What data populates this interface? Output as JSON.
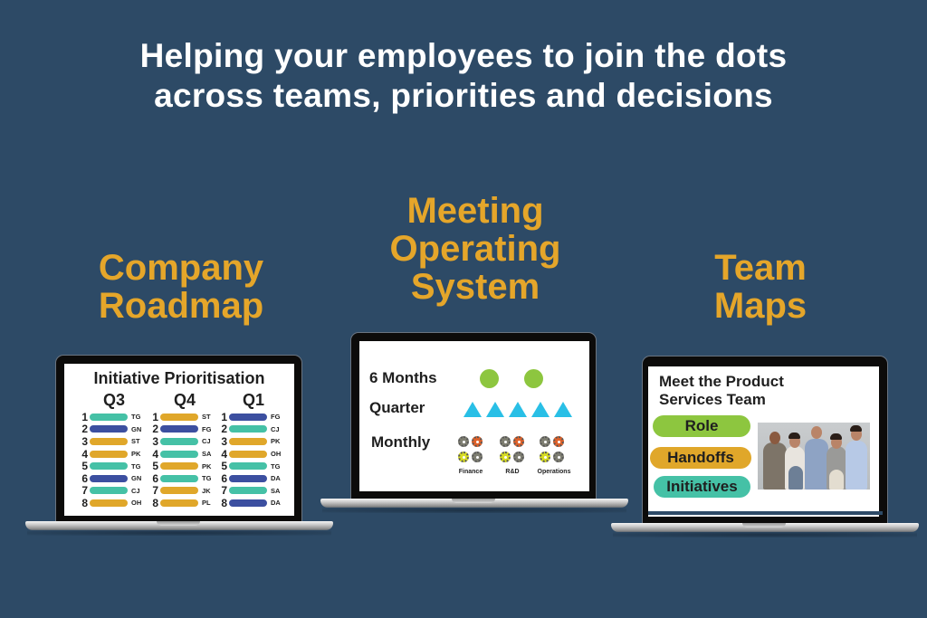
{
  "headline": {
    "line1": "Helping your employees to join the dots",
    "line2": "across teams, priorities and decisions"
  },
  "colors": {
    "background": "#2d4a66",
    "headline": "#ffffff",
    "section_title": "#e5a62a",
    "teal": "#45c1a6",
    "navy": "#3c4fa0",
    "gold": "#e0a72a",
    "green": "#8dc63f",
    "cyan": "#29bfe6",
    "orange": "#e0622a",
    "yellow": "#d7dc22",
    "grey_gear": "#7f7f72"
  },
  "sections": [
    {
      "title_line1": "Company",
      "title_line2": "Roadmap"
    },
    {
      "title_line1": "Meeting",
      "title_line2": "Operating",
      "title_line3": "System"
    },
    {
      "title_line1": "Team",
      "title_line2": "Maps"
    }
  ],
  "roadmap": {
    "title": "Initiative Prioritisation",
    "columns": [
      {
        "quarter": "Q3",
        "rows": [
          {
            "rank": "1",
            "code": "TG",
            "color": "teal"
          },
          {
            "rank": "2",
            "code": "GN",
            "color": "navy"
          },
          {
            "rank": "3",
            "code": "ST",
            "color": "gold"
          },
          {
            "rank": "4",
            "code": "PK",
            "color": "gold"
          },
          {
            "rank": "5",
            "code": "TG",
            "color": "teal"
          },
          {
            "rank": "6",
            "code": "GN",
            "color": "navy"
          },
          {
            "rank": "7",
            "code": "CJ",
            "color": "teal"
          },
          {
            "rank": "8",
            "code": "OH",
            "color": "gold"
          }
        ]
      },
      {
        "quarter": "Q4",
        "rows": [
          {
            "rank": "1",
            "code": "ST",
            "color": "gold"
          },
          {
            "rank": "2",
            "code": "FG",
            "color": "navy"
          },
          {
            "rank": "3",
            "code": "CJ",
            "color": "teal"
          },
          {
            "rank": "4",
            "code": "SA",
            "color": "teal"
          },
          {
            "rank": "5",
            "code": "PK",
            "color": "gold"
          },
          {
            "rank": "6",
            "code": "TG",
            "color": "teal"
          },
          {
            "rank": "7",
            "code": "JK",
            "color": "gold"
          },
          {
            "rank": "8",
            "code": "PL",
            "color": "gold"
          }
        ]
      },
      {
        "quarter": "Q1",
        "rows": [
          {
            "rank": "1",
            "code": "FG",
            "color": "navy"
          },
          {
            "rank": "2",
            "code": "CJ",
            "color": "teal"
          },
          {
            "rank": "3",
            "code": "PK",
            "color": "gold"
          },
          {
            "rank": "4",
            "code": "OH",
            "color": "gold"
          },
          {
            "rank": "5",
            "code": "TG",
            "color": "teal"
          },
          {
            "rank": "6",
            "code": "DA",
            "color": "navy"
          },
          {
            "rank": "7",
            "code": "SA",
            "color": "teal"
          },
          {
            "rank": "8",
            "code": "DA",
            "color": "navy"
          }
        ]
      }
    ]
  },
  "meeting_os": {
    "six_months_label": "6 Months",
    "quarter_label": "Quarter",
    "monthly_label": "Monthly",
    "six_months_dots": 2,
    "quarter_triangles": 5,
    "teams": [
      "Finance",
      "R&D",
      "Operations"
    ],
    "gear_icon": "gear-icon"
  },
  "team_map": {
    "title_line1": "Meet the Product",
    "title_line2": "Services Team",
    "pills": [
      {
        "label": "Role",
        "color": "green"
      },
      {
        "label": "Handoffs",
        "color": "gold"
      },
      {
        "label": "Initiatives",
        "color": "teal"
      }
    ],
    "photo": "team-photo-five-people"
  }
}
